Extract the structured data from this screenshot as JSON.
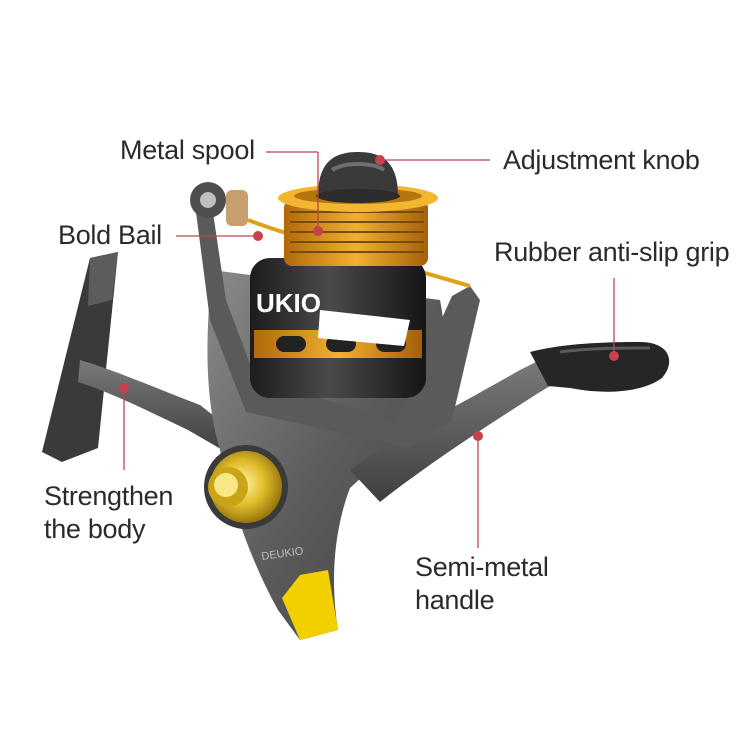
{
  "brand": {
    "spool_text": "UKIO",
    "body_text": "DEUKIO"
  },
  "callouts": {
    "metal_spool": {
      "lines": [
        "Metal spool"
      ]
    },
    "adjustment_knob": {
      "lines": [
        "Adjustment knob"
      ]
    },
    "bold_bail": {
      "lines": [
        "Bold Bail"
      ]
    },
    "rubber_grip": {
      "lines": [
        "Rubber anti-slip grip"
      ]
    },
    "strengthen_body": {
      "lines": [
        "Strengthen",
        "the body"
      ]
    },
    "semi_metal_handle": {
      "lines": [
        "Semi-metal",
        "handle"
      ]
    }
  },
  "colors": {
    "background": "#ffffff",
    "callout_line": "#b9474f",
    "callout_dot": "#c8414d",
    "reel_gray": "#5b5b5b",
    "reel_dark": "#2c2c2c",
    "accent_gold": "#e8a21b",
    "accent_yellow": "#f2d000",
    "text": "#2b2b2b"
  }
}
